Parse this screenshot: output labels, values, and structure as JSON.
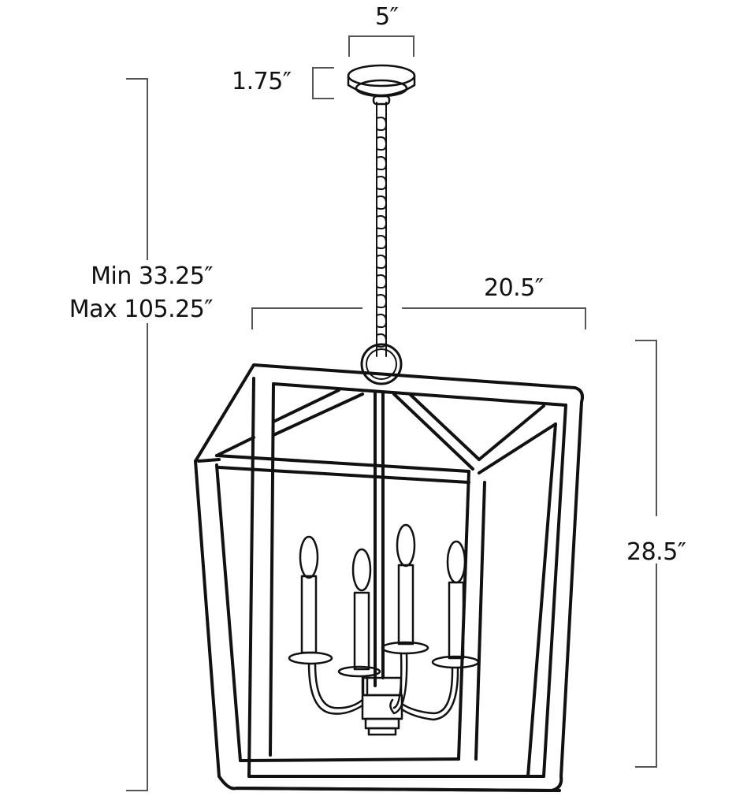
{
  "diagram": {
    "subject": "4-light square lantern pendant with chain and canopy",
    "dimensions": {
      "canopy_width": "5″",
      "canopy_height": "1.75″",
      "overall_height_min": "Min 33.25″",
      "overall_height_max": "Max 105.25″",
      "fixture_width": "20.5″",
      "fixture_height": "28.5″"
    },
    "colors": {
      "line": "#111111",
      "dimension_line": "#555555",
      "background": "#ffffff"
    }
  }
}
